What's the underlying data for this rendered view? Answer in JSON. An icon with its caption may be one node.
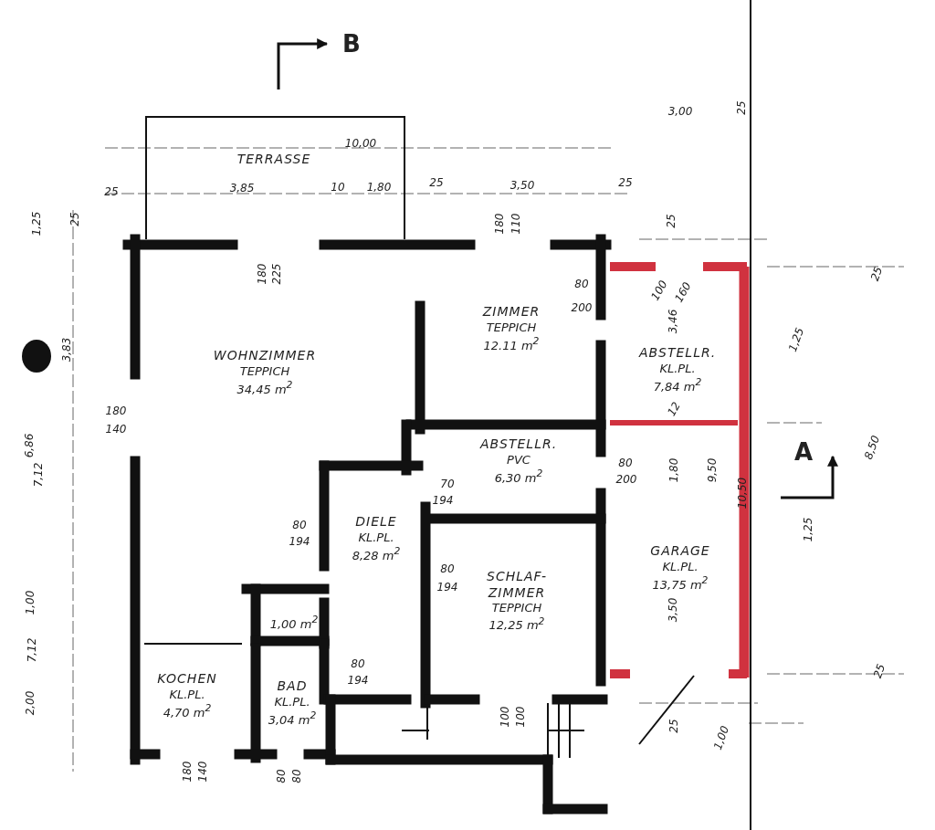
{
  "diagram": {
    "nodes": [
      {
        "text": [
          "TERRASSE"
        ]
      },
      {
        "text": [
          "WOHNZIMMER",
          "TEPPICH",
          "34,45 m$^{2}$"
        ]
      },
      {
        "text": [
          "ZIMMER",
          "TEPPICH",
          "12.11 m$^{2}$"
        ]
      },
      {
        "text": [
          "ABSTELLR.",
          "KL.PL.",
          "7,84 m$^{2}$"
        ]
      },
      {
        "text": [
          "ABSTELLR.",
          "PVC",
          "6,30 m$^{2}$"
        ]
      },
      {
        "text": [
          "DIELE",
          "KL.PL.",
          "8,28 m$^{2}$"
        ]
      },
      {
        "text": [
          "SCHLAF- ZIMMER",
          "TEPPICH",
          "12,25 m$^{2}$"
        ]
      },
      {
        "text": [
          "GARAGE",
          "KL.PL.",
          "13,75 m$^{2}$"
        ]
      },
      {
        "text": [
          "1,00 m$^{2}$"
        ]
      },
      {
        "text": [
          "KOCHEN",
          "KL.PL.",
          "4,70 m$^{2}$"
        ]
      },
      {
        "text": [
          "BAD",
          "KL.PL.",
          "3,04 m$^{2}$"
        ]
      }
    ],
    "labels": [
      "B",
      "3,00",
      "25",
      "10,00",
      "25",
      "3,85",
      "10",
      "1,80",
      "25",
      "3,50",
      "25",
      "1,25",
      "25",
      "180",
      "110",
      "25",
      "180",
      "225",
      "80",
      "200",
      "100",
      "160",
      "3,83",
      "3,46",
      "1,25",
      "180",
      "140",
      "6,86",
      "12",
      "7,12",
      "70",
      "194",
      "80",
      "200",
      "1,80",
      "9,50",
      "10,50",
      "8,50",
      "80",
      "194",
      "A",
      "1,25",
      "1,00",
      "80",
      "194",
      "3,50",
      "7,12",
      "2,00",
      "25",
      "80",
      "194",
      "25",
      "25",
      "1,00",
      "180",
      "140",
      "80",
      "80",
      "100",
      "100"
    ]
  }
}
